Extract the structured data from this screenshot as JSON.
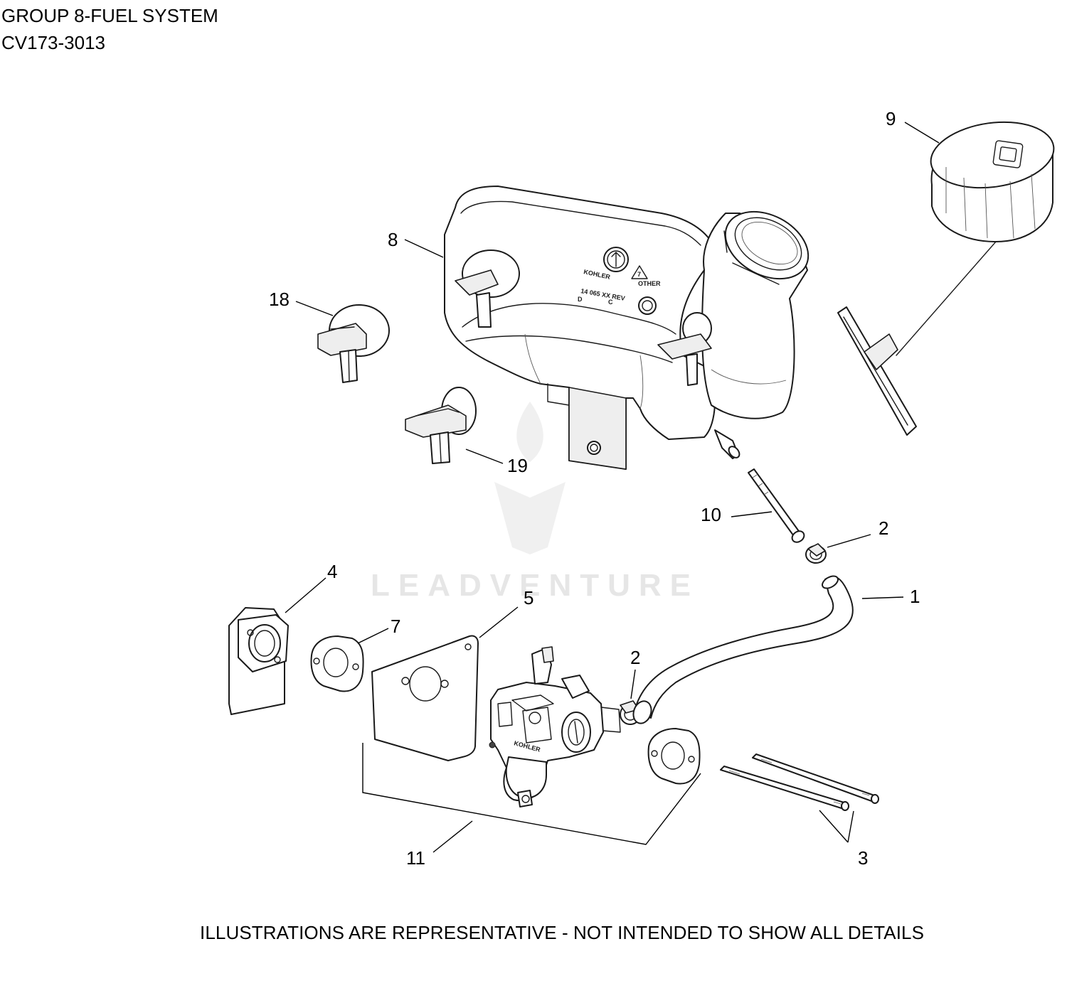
{
  "header": {
    "title": "GROUP 8-FUEL SYSTEM",
    "model": "CV173-3013"
  },
  "footer": {
    "disclaimer": "ILLUSTRATIONS ARE REPRESENTATIVE - NOT INTENDED TO SHOW ALL DETAILS"
  },
  "watermark": {
    "text": "LEADVENTURE"
  },
  "tank_markings": {
    "brand": "KOHLER",
    "part_number": "14 065 XX REV",
    "codes_left": "D",
    "codes_right": "C",
    "recycle_number": "7",
    "recycle_label": "OTHER"
  },
  "carb_marking": "KOHLER",
  "callouts": [
    {
      "id": "callout-1",
      "label": "1"
    },
    {
      "id": "callout-2a",
      "label": "2"
    },
    {
      "id": "callout-2b",
      "label": "2"
    },
    {
      "id": "callout-3",
      "label": "3"
    },
    {
      "id": "callout-4",
      "label": "4"
    },
    {
      "id": "callout-5",
      "label": "5"
    },
    {
      "id": "callout-7",
      "label": "7"
    },
    {
      "id": "callout-8",
      "label": "8"
    },
    {
      "id": "callout-9",
      "label": "9"
    },
    {
      "id": "callout-10",
      "label": "10"
    },
    {
      "id": "callout-11",
      "label": "11"
    },
    {
      "id": "callout-18",
      "label": "18"
    },
    {
      "id": "callout-19",
      "label": "19"
    }
  ]
}
